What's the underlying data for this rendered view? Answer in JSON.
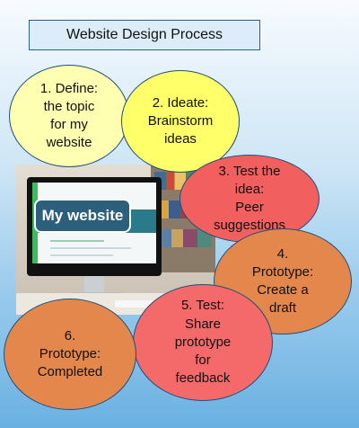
{
  "title": "Website Design Process",
  "image_label": "My website",
  "steps": [
    {
      "text": "1. Define:\nthe topic\nfor my\nwebsite",
      "color": "#feffb0"
    },
    {
      "text": "2. Ideate:\nBrainstorm\nideas",
      "color": "#ffff6a"
    },
    {
      "text": "3. Test the\nidea:\nPeer\nsuggestions",
      "color": "#f15f5f"
    },
    {
      "text": "4.\nPrototype:\nCreate a\ndraft",
      "color": "#e3874c"
    },
    {
      "text": "5. Test:\nShare\nprototype\nfor\nfeedback",
      "color": "#f46a6a"
    },
    {
      "text": "6.\nPrototype:\nCompleted",
      "color": "#e3874c"
    }
  ]
}
